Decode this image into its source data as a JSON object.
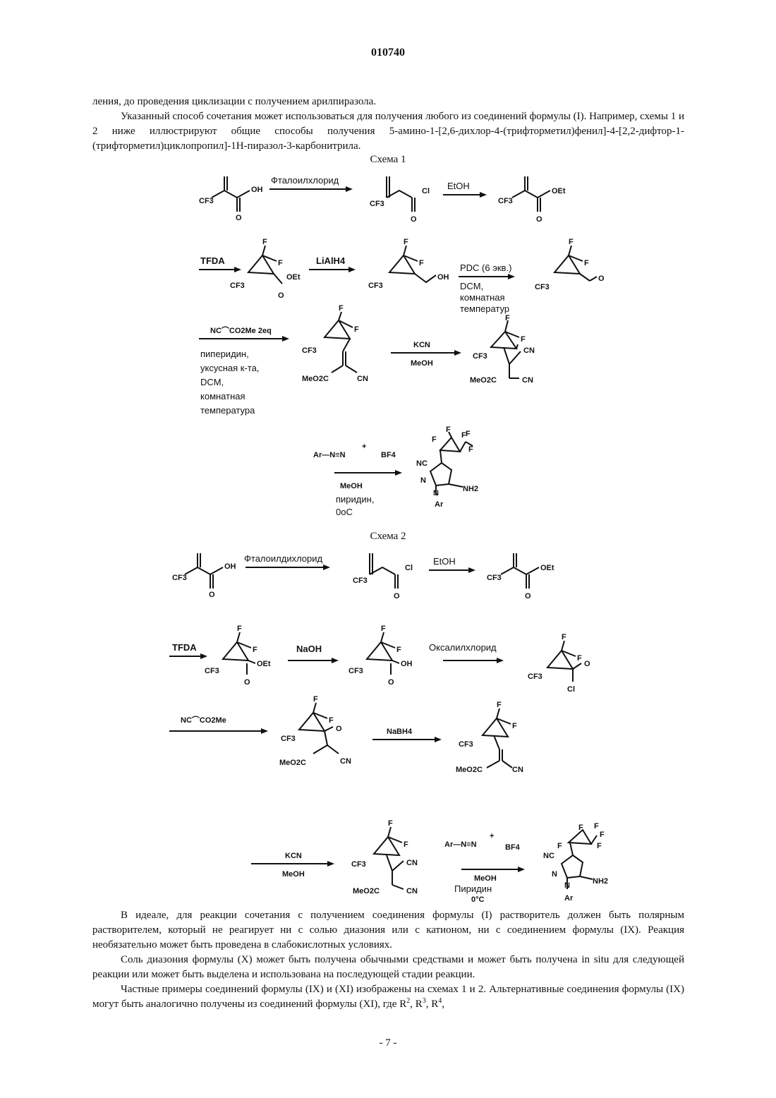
{
  "header": {
    "doc_number": "010740"
  },
  "text": {
    "p1": "ления, до проведения циклизации с получением арилпиразола.",
    "p2": "Указанный способ сочетания может использоваться для получения любого из соединений формулы (I). Например, схемы 1 и 2 ниже иллюстрируют общие способы получения 5-амино-1-[2,6-дихлор-4-(трифторметил)фенил]-4-[2,2-дифтор-1-(трифторметил)циклопропил]-1Н-пиразол-3-карбонитрила.",
    "p3": "В идеале, для реакции сочетания с получением соединения формулы (I) растворитель должен быть полярным растворителем, который не реагирует ни с солью диазония или с катионом, ни с соединением формулы (IX). Реакция необязательно может быть проведена в слабокислотных условиях.",
    "p4": "Соль диазония формулы (X) может быть получена обычными средствами и может быть получена in situ для следующей реакции или может быть выделена и использована на последующей стадии реакции.",
    "p5": "Частные примеры соединений формулы (IX) и (XI) изображены на схемах 1 и 2. Альтернативные соединения формулы (IX) могут быть аналогично получены из соединений формулы (XI), где R",
    "p5_sup1": "2",
    "p5_sep1": ", R",
    "p5_sup2": "3",
    "p5_sep2": ", R",
    "p5_sup3": "4",
    "p5_end": ","
  },
  "scheme1": {
    "title": "Схема 1",
    "row1": {
      "reagent1": "Фталоилхлорид",
      "reagent2": "EtOH",
      "cf3": "CF3",
      "oh": "OH",
      "cl": "Cl",
      "oet": "OEt"
    },
    "row2": {
      "reagent1": "TFDA",
      "reagent2": "LiAlH4",
      "reagent3": "PDC (6 экв.)",
      "cond3a": "DCM,",
      "cond3b": "комнатная",
      "cond3c": "температур",
      "f": "F",
      "cf3": "CF3",
      "oet": "OEt",
      "oh": "OH",
      "o": "O"
    },
    "row3": {
      "reagent1": "NC⌒CO2Me 2eq",
      "cond1a": "пиперидин,",
      "cond1b": "уксусная к-та,",
      "cond1c": "DCM,",
      "cond1d": "комнатная",
      "cond1e": "температура",
      "reagent2": "KCN",
      "reagent2b": "MeOH",
      "cn": "CN",
      "meo2c": "MeO2C"
    },
    "row4": {
      "diazo": "Ar—N≡N",
      "plus": "+",
      "bf4": "BF4",
      "reagent": "MeOH",
      "cond_a": "пиридин,",
      "cond_b": "0oC",
      "nc": "NC",
      "nh2": "NH2",
      "ar": "Ar",
      "n": "N"
    }
  },
  "scheme2": {
    "title": "Схема 2",
    "row1": {
      "reagent1": "Фталоилдихлорид",
      "reagent2": "EtOH",
      "cf3": "CF3",
      "oh": "OH",
      "cl": "Cl",
      "oet": "OEt"
    },
    "row2": {
      "reagent1": "TFDA",
      "reagent2": "NaOH",
      "reagent3": "Оксалилхлорид",
      "f": "F",
      "cf3": "CF3",
      "oet": "OEt",
      "oh": "OH",
      "o": "O",
      "cl": "Cl"
    },
    "row3": {
      "reagent1": "NC⌒CO2Me",
      "reagent2": "NaBH4",
      "cn": "CN",
      "meo2c": "MeO2C",
      "o": "O"
    },
    "row4": {
      "reagent1": "KCN",
      "reagent1b": "MeOH",
      "diazo": "Ar—N≡N",
      "plus": "+",
      "bf4": "BF4",
      "reagent2": "MeOH",
      "cond_a": "Пиридин",
      "cond_b": "0°C",
      "nc": "NC",
      "nh2": "NH2",
      "ar": "Ar",
      "n": "N",
      "cn": "CN",
      "meo2c": "MeO2C"
    }
  },
  "footer": {
    "page": "- 7 -"
  }
}
